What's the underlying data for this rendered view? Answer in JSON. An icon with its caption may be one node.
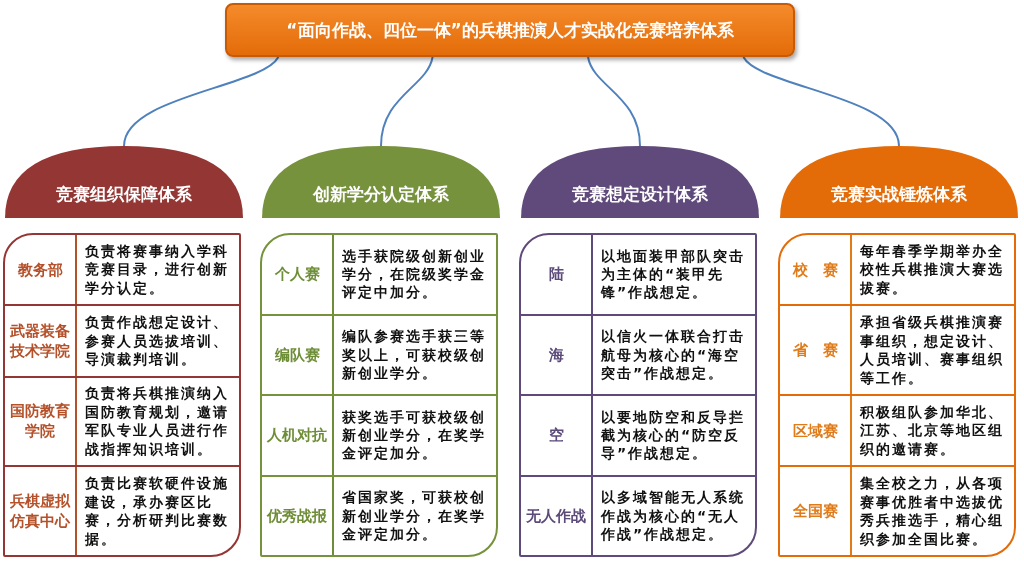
{
  "diagram": {
    "nodes": [
      {
        "text": [
          "“**面向作战、四位一体**”的兵棋推演人才实战化竞赛培养体系"
        ]
      },
      {
        "text": [
          "竞赛组织保障体系"
        ]
      },
      {
        "text": [],
        "shape": "box"
      },
      {
        "text": [
          "教务部",
          "负责将赛事纳入学科竞赛目录，进行创新学分认定。"
        ],
        "in": 2
      },
      {
        "text": [
          "武器装备技术学院",
          "负责作战想定设计、参赛人员选拔培训、导演裁判培训。"
        ],
        "in": 2
      },
      {
        "text": [
          "国防教育学院",
          "负责将兵棋推演纳入国防教育规划，邀请军队专业人员进行作战指挥知识培训。"
        ],
        "in": 2
      },
      {
        "text": [
          "兵棋虚拟仿真中心",
          "负责比赛软硬件设施建设，承办赛区比赛，分析研判比赛数据。"
        ],
        "in": 2
      },
      {
        "text": [
          "创新学分认定体系"
        ]
      },
      {
        "text": [],
        "shape": "box"
      },
      {
        "text": [
          "个人赛",
          "选手获院级创新创业学分，在院级奖学金评定中加分。"
        ],
        "in": 8
      },
      {
        "text": [
          "编队赛",
          "编队参赛选手获三等奖以上，可获校级创新创业学分。"
        ],
        "in": 8
      },
      {
        "text": [
          "人机对抗",
          "获奖选手可获校级创新创业学分，在奖学金评定加分。"
        ],
        "in": 8
      },
      {
        "text": [
          "优秀战报",
          "省国家奖，可获校创新创业学分，在奖学金评定加分。"
        ],
        "in": 8
      },
      {
        "text": [
          "竞赛想定设计体系"
        ]
      },
      {
        "text": [],
        "shape": "box"
      },
      {
        "text": [
          "陆",
          "以地面装甲部队突击为主体的“**装甲先锋**”作战想定。"
        ],
        "in": 14
      },
      {
        "text": [
          "海",
          "以信火一体联合打击航母为核心的“**海空突击**”作战想定。"
        ],
        "in": 14
      },
      {
        "text": [
          "空",
          "以要地防空和反导拦截为核心的“**防空反导**”作战想定。"
        ],
        "in": 14
      },
      {
        "text": [
          "无人作战",
          "以多域智能无人系统作战为核心的“**无人作战**”作战想定。"
        ],
        "in": 14
      },
      {
        "text": [
          "竞赛实战锤炼体系"
        ]
      },
      {
        "text": [],
        "shape": "box"
      },
      {
        "text": [
          "校　赛",
          "每年春季学期举办全校性兵棋推演大赛选拔赛。"
        ],
        "in": 20
      },
      {
        "text": [
          "省　赛",
          "承担省级兵棋推演赛事组织，想定设计、人员培训、赛事组织等工作。"
        ],
        "in": 20
      },
      {
        "text": [
          "区域赛",
          "积极组队参加华北、江苏、北京等地区组织的邀请赛。"
        ],
        "in": 20
      },
      {
        "text": [
          "全国赛",
          "集全校之力，从各项赛事优胜者中选拔优秀兵推选手，精心组织参加全国比赛。"
        ],
        "in": 20
      }
    ],
    "edges": [
      {
        "from": 0,
        "to": 1,
        "arrow": "none"
      },
      {
        "from": 0,
        "to": 7,
        "arrow": "none"
      },
      {
        "from": 0,
        "to": 13,
        "arrow": "none"
      },
      {
        "from": 0,
        "to": 19,
        "arrow": "none"
      }
    ]
  }
}
